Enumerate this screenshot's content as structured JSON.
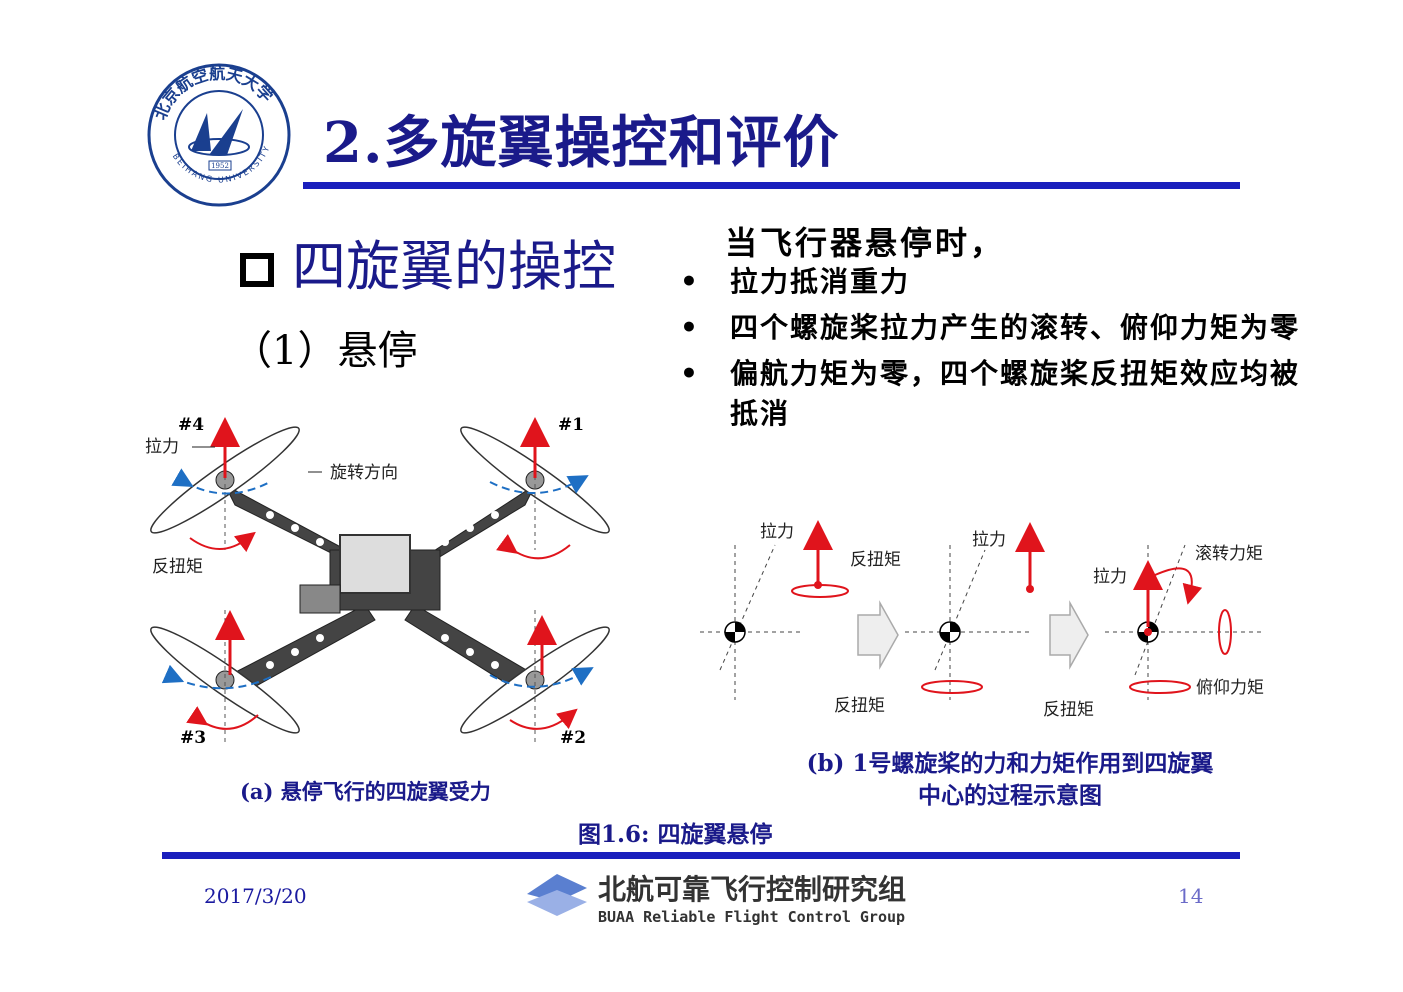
{
  "slide": {
    "title": "2.多旋翼操控和评价",
    "subheading": "四旋翼的操控",
    "subsection": "（1）悬停",
    "hover_heading": "当飞行器悬停时，",
    "bullets": [
      "拉力抵消重力",
      "四个螺旋桨拉力产生的滚转、俯仰力矩为零",
      "偏航力矩为零，四个螺旋桨反扭矩效应均被抵消"
    ],
    "bullet_symbol": "•"
  },
  "logo": {
    "ring_text": "北京航空航天大学",
    "ring_text_en": "BEIHANG UNIVERSITY",
    "year": "1952"
  },
  "figure_left": {
    "labels": {
      "p4": "#4",
      "p1": "#1",
      "p3": "#3",
      "p2": "#2",
      "thrust": "拉力",
      "rotation": "旋转方向",
      "torque": "反扭矩"
    },
    "caption": "(a) 悬停飞行的四旋翼受力"
  },
  "figure_right": {
    "labels": {
      "thrust1": "拉力",
      "reaction1": "反扭矩",
      "thrust2": "拉力",
      "reaction2": "反扭矩",
      "thrust3": "拉力",
      "roll": "滚转力矩",
      "reaction3": "反扭矩",
      "pitch": "俯仰力矩"
    },
    "caption": "(b)  1号螺旋桨的力和力矩作用到四旋翼中心的过程示意图"
  },
  "figure_caption": "图1.6: 四旋翼悬停",
  "footer": {
    "date": "2017/3/20",
    "page": "14",
    "brand_cn": "北航可靠飞行控制研究组",
    "brand_en": "BUAA  Reliable Flight Control Group"
  },
  "colors": {
    "title": "#1a1a8a",
    "rule": "#1a1fbd",
    "arrow_red": "#e0141c",
    "arrow_blue": "#1e6fc4"
  }
}
